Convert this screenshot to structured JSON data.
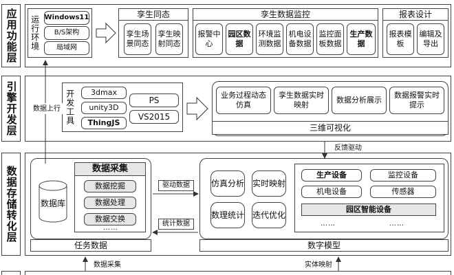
{
  "layers": {
    "app": "应用功能层",
    "engine": "引擎开发层",
    "storage": "数据存储转化层"
  },
  "app": {
    "runtime_env": "运行环境",
    "runtime_items": [
      "Windows11",
      "B/S架构",
      "局域网"
    ],
    "sync": {
      "title": "孪生同态",
      "items": [
        "孪生场景同态",
        "孪生映射同态"
      ]
    },
    "monitor": {
      "title": "孪生数据监控",
      "items": [
        "报警中心",
        "园区数据",
        "环境监测数据",
        "机电设备数据",
        "监控面板数据",
        "生产数据"
      ]
    },
    "report": {
      "title": "报表设计",
      "items": [
        "报表模板",
        "编辑及导出"
      ]
    }
  },
  "engine": {
    "dev_tools": "开发工具",
    "tools_left": [
      "3dmax",
      "unity3D",
      "ThingJS"
    ],
    "tools_right": [
      "PS",
      "VS2015"
    ],
    "functions": [
      "业务过程动态仿真",
      "孪生数据实时映射",
      "数据分析展示",
      "数据报警实时提示"
    ],
    "visualization": "三维可视化"
  },
  "storage": {
    "database": "数据库",
    "collect": {
      "title": "数据采集",
      "items": [
        "数据挖掘",
        "数据处理",
        "数据交换"
      ],
      "ellipsis": "……"
    },
    "task_data": "任务数据",
    "model": {
      "ops": [
        "仿真分析",
        "实时映射",
        "数理统计",
        "迭代优化"
      ],
      "devices": [
        "生产设备",
        "监控设备",
        "机电设备",
        "传感器"
      ],
      "park_device": "园区智能设备",
      "ellipsis_left": "……",
      "ellipsis_right": "……"
    },
    "digital_model": "数字模型"
  },
  "arrows": {
    "data_uplink": "数据上行",
    "feedback_drive": "反馈驱动",
    "drive_data": "驱动数据",
    "stat_data": "统计数据",
    "data_collect": "数据采集",
    "entity_map": "实体映射"
  }
}
